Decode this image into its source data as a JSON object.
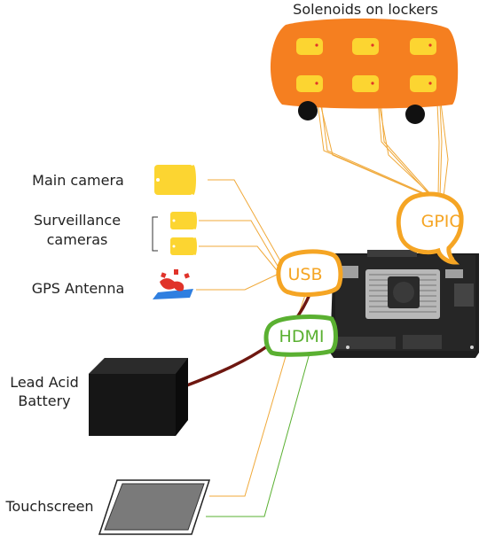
{
  "labels": {
    "solenoids": "Solenoids on lockers",
    "main_camera": "Main camera",
    "surveillance_line1": "Surveillance",
    "surveillance_line2": "cameras",
    "gps": "GPS Antenna",
    "battery_line1": "Lead Acid",
    "battery_line2": "Battery",
    "touchscreen": "Touchscreen"
  },
  "bubbles": {
    "gpio": "GPIO",
    "usb": "USB",
    "hdmi": "HDMI"
  },
  "colors": {
    "orange": "#f5a524",
    "orange_wire": "#f0a93a",
    "locker_body": "#f57f20",
    "camera_yellow": "#fcd531",
    "hdmi_green": "#5ab031",
    "battery_wire": "#6e1710",
    "board": "#1e1e1e"
  }
}
